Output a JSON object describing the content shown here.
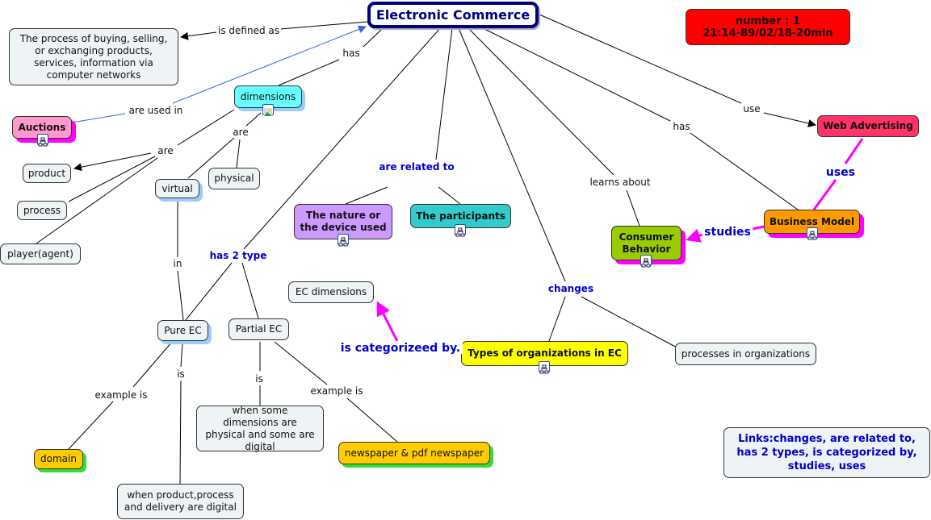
{
  "colors": {
    "title_border": "#000080",
    "link_blue": "#0000cc",
    "magenta": "#ff00ff",
    "def_node": "#eef3f5"
  },
  "concepts": {
    "title": "Electronic Commerce",
    "definition": "The process of buying, selling, or exchanging products, services, information via computer networks",
    "number_box": {
      "line1": "number : 1",
      "line2": "21:14-89/02/18-20min"
    },
    "dimensions": "dimensions",
    "auctions": "Auctions",
    "product": "product",
    "process": "process",
    "player": "player(agent)",
    "virtual": "virtual",
    "physical": "physical",
    "nature": "The nature or the device used",
    "participants": "The participants",
    "web_advertising": "Web Advertising",
    "business_model": "Business Model",
    "consumer_behavior": "Consumer Behavior",
    "ec_dimensions": "EC dimensions",
    "pure_ec": "Pure EC",
    "partial_ec": "Partial EC",
    "types_orgs": "Types of organizations in EC",
    "processes_orgs": "processes in organizations",
    "when_some": "when some dimensions are physical and some are digital",
    "newspaper": "newspaper & pdf newspaper",
    "domain": "domain",
    "when_product": "when product,process and delivery are digital",
    "links_note": "Links:changes, are related to, has 2 types, is categorized by, studies, uses"
  },
  "link_labels": {
    "is_defined_as": "is defined as",
    "has_top": "has",
    "are_used_in": "are used in",
    "are_left": "are",
    "are_mid": "are",
    "are_related_to": "are related to",
    "has_2_type": "has 2 type",
    "in": "in",
    "learns_about": "learns about",
    "has_right": "has",
    "use": "use",
    "uses": "uses",
    "studies": "studies",
    "changes": "changes",
    "is_categorized_by": "is categorizeed by.",
    "example_is_1": "example is",
    "is_1": "is",
    "is_2": "is",
    "example_is_2": "example is"
  },
  "icons": {
    "submap": "sitemap-icon",
    "image": "image-icon"
  }
}
